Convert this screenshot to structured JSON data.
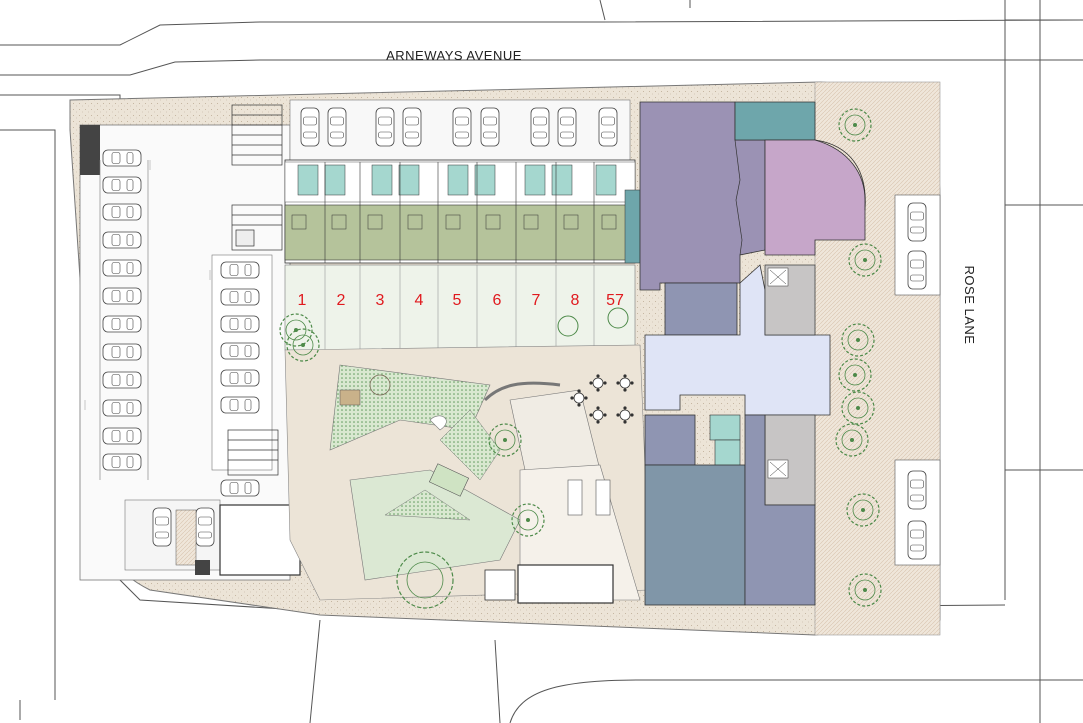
{
  "streets": {
    "north": "ARNEWAYS AVENUE",
    "east": "ROSE LANE"
  },
  "unit_numbers": [
    "1",
    "2",
    "3",
    "4",
    "5",
    "6",
    "7",
    "8",
    "57"
  ],
  "colors": {
    "road_outline": "#555555",
    "paving": "#e9e2d6",
    "paving_hatch": "#d8c3ae",
    "garden_green": "#d6e6cc",
    "lawn_dots": "#6fa36a",
    "townhouse_green": "#b5c39b",
    "stair_teal": "#a5d7cf",
    "purple_block": "#9b92b4",
    "teal_block": "#6ea6ab",
    "pink_dome": "#c6a6c9",
    "light_blue": "#dfe4f6",
    "slate": "#8f95b2",
    "blue_gray_block": "#8096a8",
    "grey_block": "#c7c5c5",
    "unit_number_red": "#e0191e"
  },
  "icons": {
    "trees": "tree-icon",
    "parked_cars": "car-icon",
    "stairs": "stair-icon",
    "patio_tables": "table-set-icon"
  }
}
